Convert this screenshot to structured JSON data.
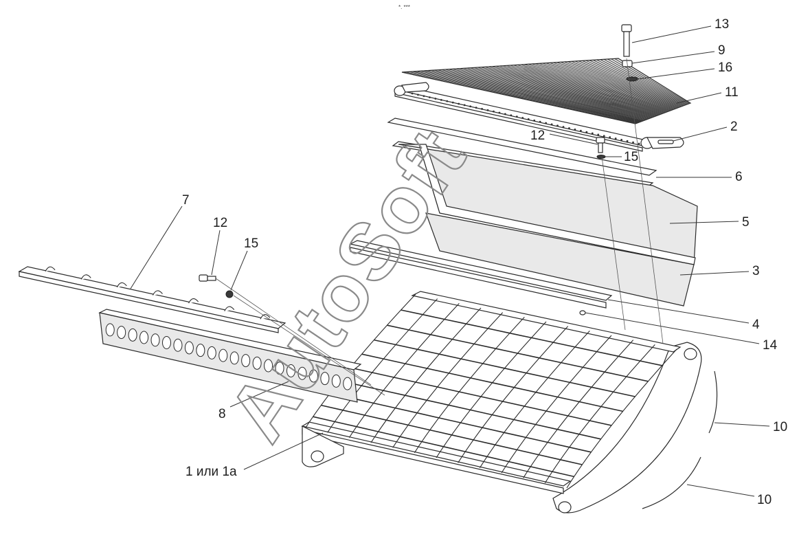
{
  "header_mark": "*. ***",
  "watermark": "AutoSoft",
  "callouts": [
    {
      "id": "13",
      "text": "13"
    },
    {
      "id": "9",
      "text": "9"
    },
    {
      "id": "16",
      "text": "16"
    },
    {
      "id": "11",
      "text": "11"
    },
    {
      "id": "2",
      "text": "2"
    },
    {
      "id": "12a",
      "text": "12"
    },
    {
      "id": "15a",
      "text": "15"
    },
    {
      "id": "6",
      "text": "6"
    },
    {
      "id": "5",
      "text": "5"
    },
    {
      "id": "3",
      "text": "3"
    },
    {
      "id": "4",
      "text": "4"
    },
    {
      "id": "14",
      "text": "14"
    },
    {
      "id": "7",
      "text": "7"
    },
    {
      "id": "12b",
      "text": "12"
    },
    {
      "id": "15b",
      "text": "15"
    },
    {
      "id": "8",
      "text": "8"
    },
    {
      "id": "10a",
      "text": "10"
    },
    {
      "id": "10b",
      "text": "10"
    },
    {
      "id": "1",
      "text": "1 или 1а"
    }
  ]
}
